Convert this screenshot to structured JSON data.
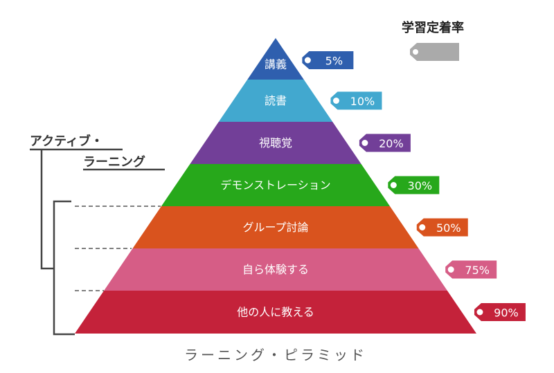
{
  "title": "ラーニング・ピラミッド",
  "legend": {
    "label": "学習定着率",
    "color": "#aaaaaa"
  },
  "active_learning": {
    "line1": "アクティブ・",
    "line2": "ラーニング"
  },
  "layers": [
    {
      "label": "講義",
      "value": "5%",
      "color": "#2f5fae"
    },
    {
      "label": "読書",
      "value": "10%",
      "color": "#42a8cf"
    },
    {
      "label": "視聴覚",
      "value": "20%",
      "color": "#723f98"
    },
    {
      "label": "デモンストレーション",
      "value": "30%",
      "color": "#27a81b"
    },
    {
      "label": "グループ討論",
      "value": "50%",
      "color": "#d9531e"
    },
    {
      "label": "自ら体験する",
      "value": "75%",
      "color": "#d65d86"
    },
    {
      "label": "他の人に教える",
      "value": "90%",
      "color": "#c4223a"
    }
  ]
}
